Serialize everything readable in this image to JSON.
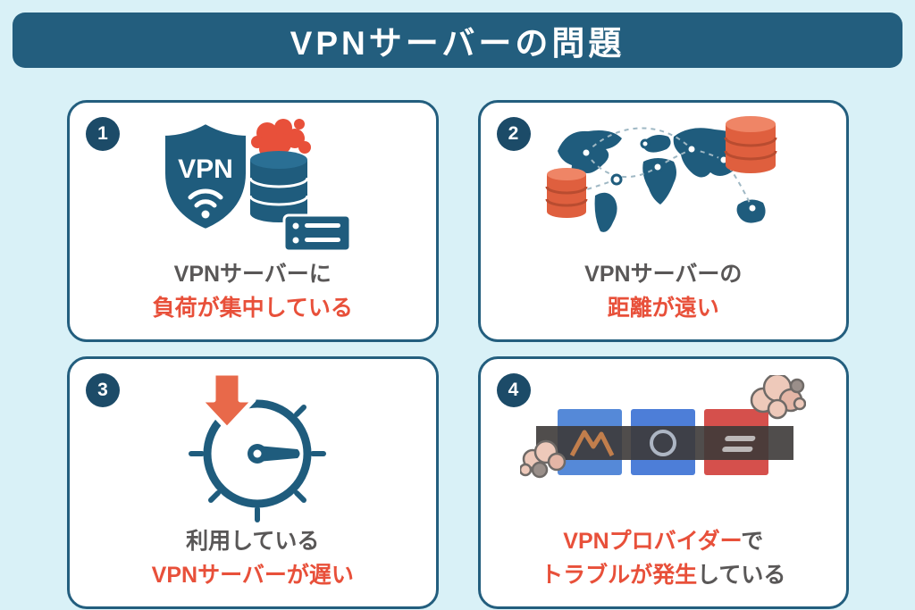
{
  "header": {
    "title": "VPNサーバーの問題"
  },
  "colors": {
    "background": "#d9f1f7",
    "primary_blue": "#235e7e",
    "badge_navy": "#1c4b68",
    "accent_red": "#e8503a",
    "text_gray": "#595757",
    "server_orange": "#df5f3e",
    "logo_blue_1": "#5589d8",
    "logo_blue_2": "#4d7ed8",
    "logo_red": "#d5504c"
  },
  "cards": [
    {
      "number": "1",
      "icon": "vpn-shield-overloaded-server-icon",
      "line1_plain": "VPNサーバーに",
      "line2_accent": "負荷が集中している"
    },
    {
      "number": "2",
      "icon": "world-map-distant-servers-icon",
      "line1_plain": "VPNサーバーの",
      "line2_accent": "距離が遠い"
    },
    {
      "number": "3",
      "icon": "slow-speedometer-icon",
      "line1_plain": "利用している",
      "line2_accent": "VPNサーバーが遅い"
    },
    {
      "number": "4",
      "icon": "vpn-provider-trouble-icon",
      "line1_accent": "VPNプロバイダー",
      "line1_plain": "で",
      "line2_accent": "トラブルが発生",
      "line2_plain": "している"
    }
  ],
  "icons": {
    "shield_label": "VPN"
  }
}
